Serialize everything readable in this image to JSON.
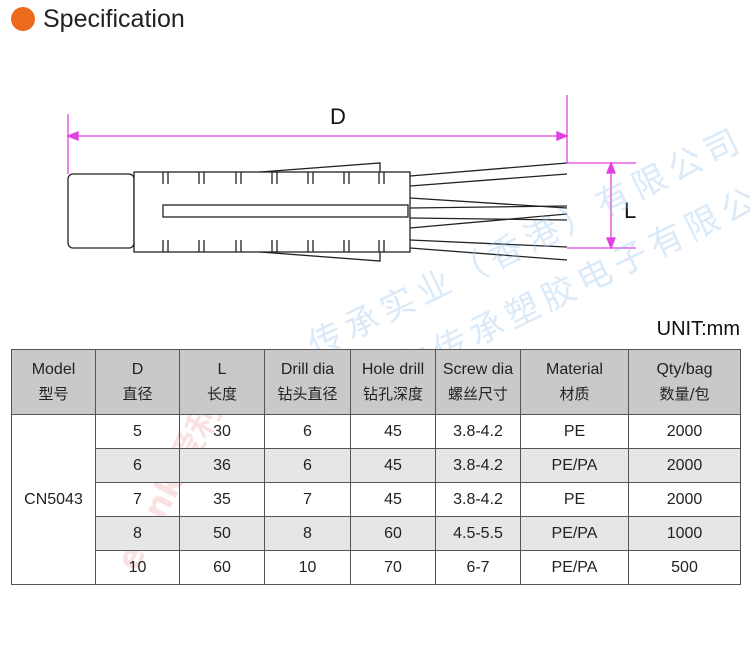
{
  "section": {
    "title": "Specification"
  },
  "drawing": {
    "dim_d": "D",
    "dim_l": "L"
  },
  "unit_label": "UNIT:mm",
  "watermark": {
    "line1": "传承实业（香港）有限公司",
    "line2": "东莞市传承塑胶电子有限公司",
    "brand": "elenk 爱利科"
  },
  "colors": {
    "accent": "#ec6a1c",
    "dimension": "#e040e0",
    "header_bg": "#c9c9c9"
  },
  "table": {
    "columns": [
      {
        "en": "Model",
        "zh": "型号"
      },
      {
        "en": "D",
        "zh": "直径"
      },
      {
        "en": "L",
        "zh": "长度"
      },
      {
        "en": "Drill dia",
        "zh": "钻头直径"
      },
      {
        "en": "Hole drill",
        "zh": "钻孔深度"
      },
      {
        "en": "Screw dia",
        "zh": "螺丝尺寸"
      },
      {
        "en": "Material",
        "zh": "材质"
      },
      {
        "en": "Qty/bag",
        "zh": "数量/包"
      }
    ],
    "model": "CN5043",
    "rows": [
      [
        "5",
        "30",
        "6",
        "45",
        "3.8-4.2",
        "PE",
        "2000"
      ],
      [
        "6",
        "36",
        "6",
        "45",
        "3.8-4.2",
        "PE/PA",
        "2000"
      ],
      [
        "7",
        "35",
        "7",
        "45",
        "3.8-4.2",
        "PE",
        "2000"
      ],
      [
        "8",
        "50",
        "8",
        "60",
        "4.5-5.5",
        "PE/PA",
        "1000"
      ],
      [
        "10",
        "60",
        "10",
        "70",
        "6-7",
        "PE/PA",
        "500"
      ]
    ]
  }
}
